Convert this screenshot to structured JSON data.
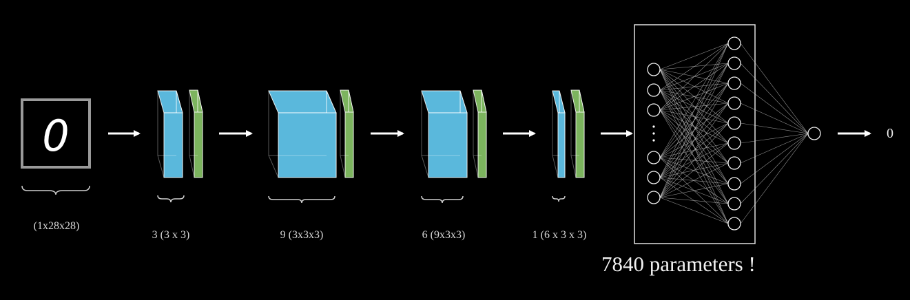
{
  "input_digit": "0",
  "shape_labels": [
    "(1x28x28)",
    "3 (3 x 3)",
    "9 (3x3x3)",
    "6 (9x3x3)",
    "1 (6 x 3 x 3)"
  ],
  "parameters_label": "7840 parameters !",
  "output_label": "0",
  "colors": {
    "conv_face": "#5ab8dc",
    "activation_face": "#7cb45e",
    "edge": "#ffffff",
    "background": "#000000"
  },
  "network": {
    "input_neurons": 8,
    "hidden_neurons": 10,
    "output_neurons": 1
  }
}
